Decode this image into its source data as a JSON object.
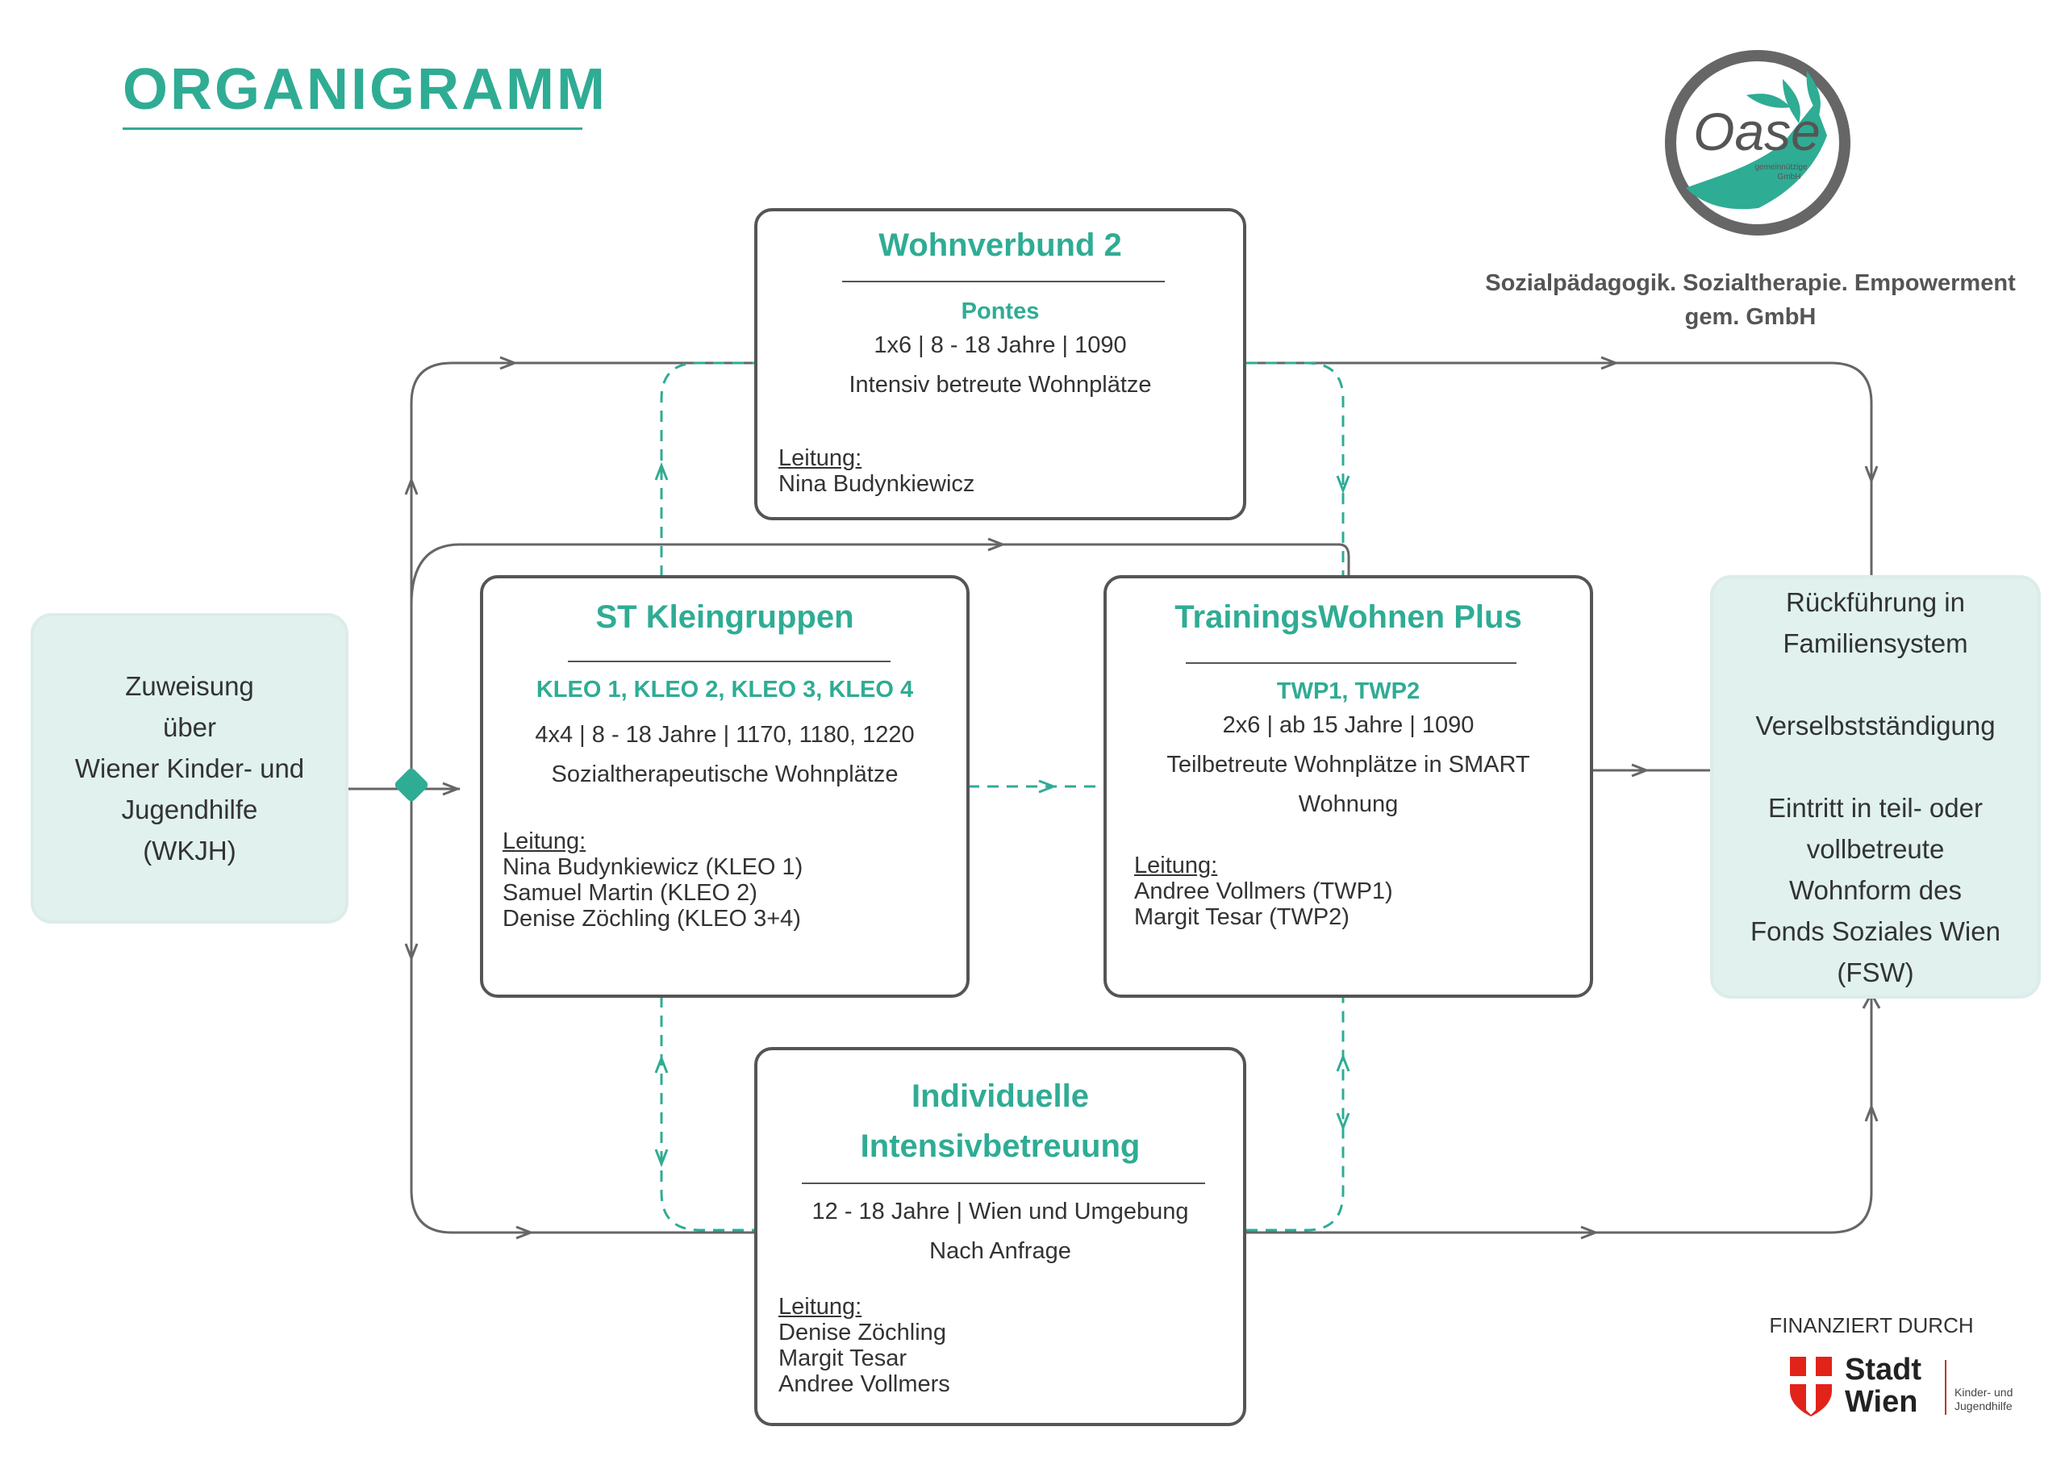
{
  "title": "ORGANIGRAMM",
  "logo": {
    "name": "Oase",
    "sub1": "gemeinnützige",
    "sub2": "GmbH"
  },
  "tagline": {
    "line1": "Sozialpädagogik. Sozialtherapie. Empowerment",
    "line2": "gem. GmbH"
  },
  "colors": {
    "accent": "#2fac94",
    "side_bg": "#e0f1ee",
    "border": "#555555"
  },
  "left_box": {
    "lines": [
      "Zuweisung",
      "über",
      "Wiener Kinder- und",
      "Jugendhilfe",
      "(WKJH)"
    ]
  },
  "right_box": {
    "lines": [
      "Rückführung in",
      "Familiensystem",
      "",
      "Verselbstständigung",
      "",
      "Eintritt in teil- oder",
      "vollbetreute",
      "Wohnform des",
      "Fonds Soziales Wien",
      "(FSW)"
    ]
  },
  "nodes": {
    "wohnverbund": {
      "title": "Wohnverbund 2",
      "subtitle": "Pontes",
      "info": [
        "1x6 | 8 - 18 Jahre | 1090",
        "Intensiv betreute Wohnplätze"
      ],
      "lead_label": "Leitung:",
      "lead": [
        "Nina Budynkiewicz"
      ]
    },
    "kleingruppen": {
      "title": "ST Kleingruppen",
      "subtitle": "KLEO 1, KLEO 2, KLEO 3, KLEO 4",
      "info": [
        "4x4 | 8 - 18 Jahre | 1170, 1180, 1220",
        "Sozialtherapeutische Wohnplätze"
      ],
      "lead_label": "Leitung:",
      "lead": [
        "Nina Budynkiewicz (KLEO 1)",
        "Samuel Martin (KLEO 2)",
        "Denise Zöchling (KLEO 3+4)"
      ]
    },
    "trainingswohnen": {
      "title": "TrainingsWohnen Plus",
      "subtitle": "TWP1, TWP2",
      "info": [
        "2x6 | ab 15 Jahre | 1090",
        "Teilbetreute Wohnplätze in SMART",
        "Wohnung"
      ],
      "lead_label": "Leitung:",
      "lead": [
        "Andree Vollmers (TWP1)",
        "Margit Tesar (TWP2)"
      ]
    },
    "intensiv": {
      "title_lines": [
        "Individuelle",
        "Intensivbetreuung"
      ],
      "info": [
        "12 - 18 Jahre | Wien und Umgebung",
        "Nach Anfrage"
      ],
      "lead_label": "Leitung:",
      "lead": [
        "Denise Zöchling",
        "Margit Tesar",
        "Andree Vollmers"
      ]
    }
  },
  "funding": {
    "label": "FINANZIERT DURCH",
    "city_line1": "Stadt",
    "city_line2": "Wien",
    "dept_line1": "Kinder- und",
    "dept_line2": "Jugendhilfe"
  }
}
